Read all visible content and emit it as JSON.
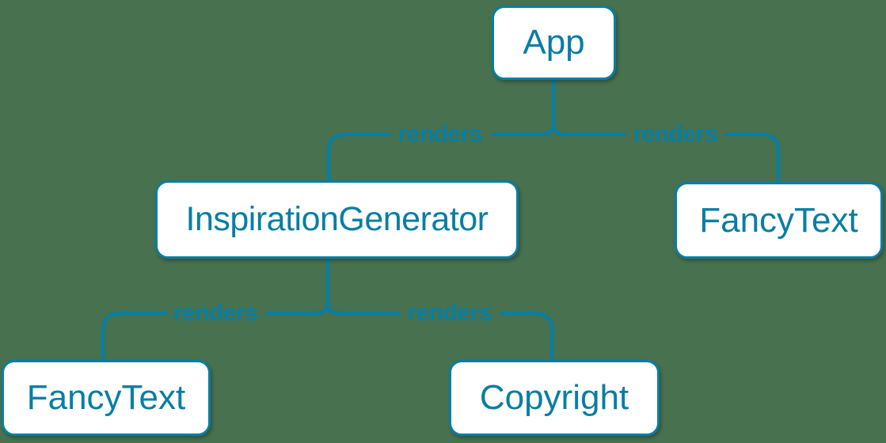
{
  "diagram": {
    "background_color": "#47714F",
    "accent_color": "#087EA4",
    "node_fill_color": "#FFFFFF",
    "nodes": {
      "app": {
        "label": "App"
      },
      "inspiration_generator": {
        "label": "InspirationGenerator"
      },
      "fancy_text_right": {
        "label": "FancyText"
      },
      "fancy_text_left": {
        "label": "FancyText"
      },
      "copyright": {
        "label": "Copyright"
      }
    },
    "edges": [
      {
        "from": "App",
        "to": "InspirationGenerator",
        "label": "renders"
      },
      {
        "from": "App",
        "to": "FancyText",
        "label": "renders"
      },
      {
        "from": "InspirationGenerator",
        "to": "FancyText",
        "label": "renders"
      },
      {
        "from": "InspirationGenerator",
        "to": "Copyright",
        "label": "renders"
      }
    ]
  }
}
